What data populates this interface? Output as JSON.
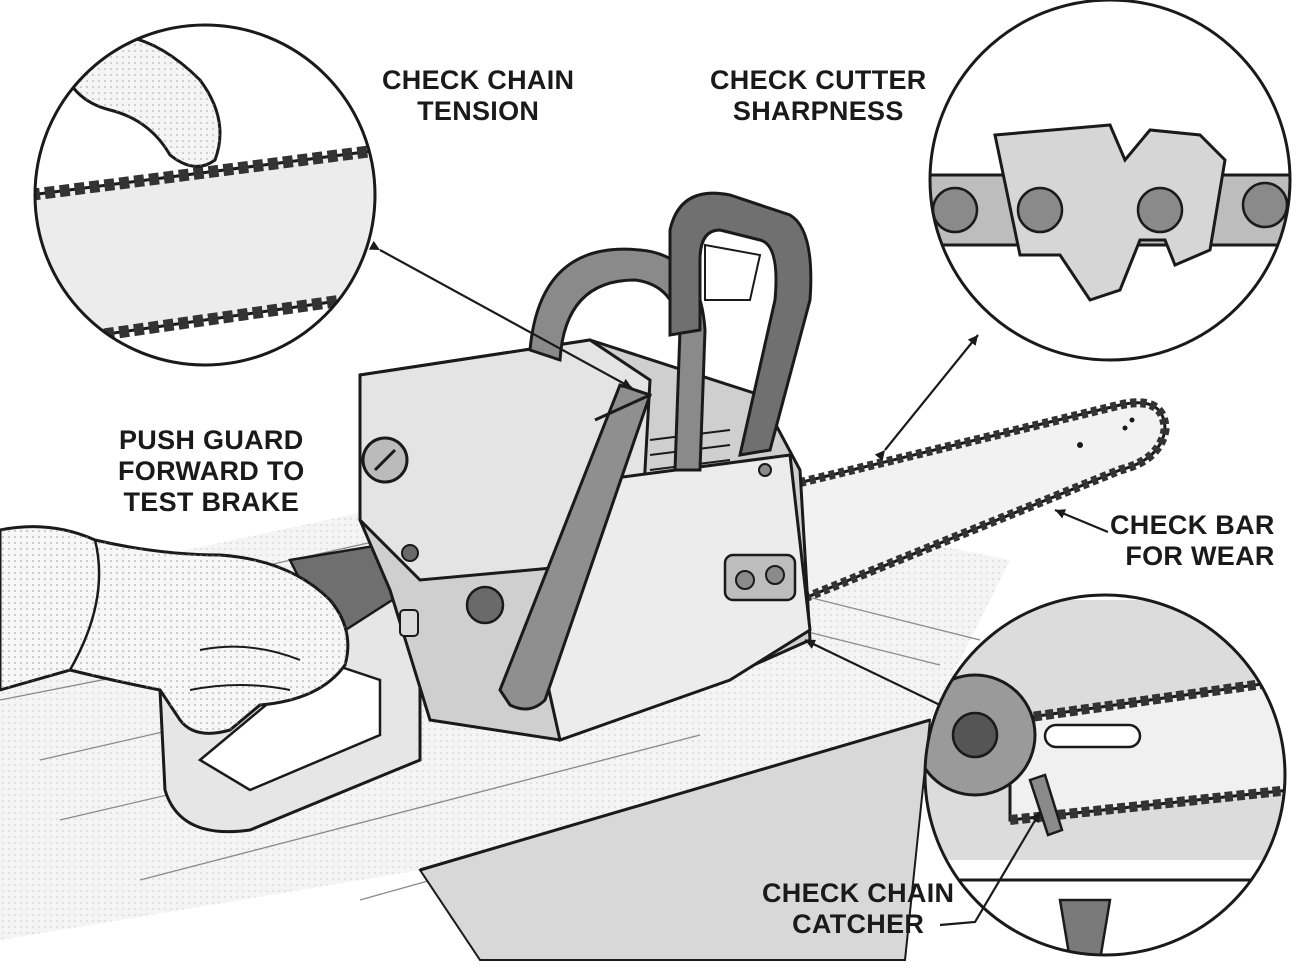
{
  "colors": {
    "ink": "#1a1a1a",
    "body_dark": "#7a7a7a",
    "body_mid": "#bdbdbd",
    "body_light": "#e9e9e9",
    "background": "#ffffff"
  },
  "callouts": {
    "chain_tension": {
      "line1": "CHECK CHAIN",
      "line2": "TENSION"
    },
    "cutter_sharpness": {
      "line1": "CHECK CUTTER",
      "line2": "SHARPNESS"
    },
    "brake_test": {
      "line1": "PUSH GUARD",
      "line2": "FORWARD TO",
      "line3": "TEST BRAKE"
    },
    "bar_wear": {
      "line1": "CHECK BAR",
      "line2": "FOR WEAR"
    },
    "chain_catcher": {
      "line1": "CHECK CHAIN",
      "line2": "CATCHER"
    }
  },
  "icons": {
    "glove_hand": "gloved-hand-icon",
    "finger": "finger-icon",
    "chain_cutter": "chain-cutter-icon"
  }
}
